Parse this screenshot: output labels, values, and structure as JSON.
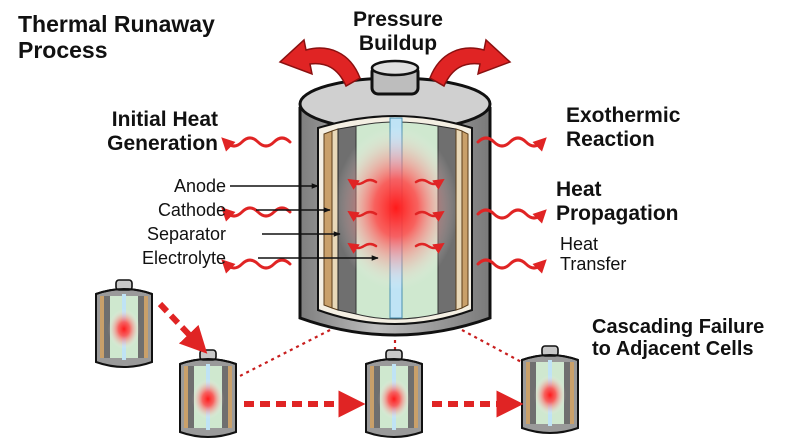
{
  "title": [
    "Thermal Runaway",
    "Process"
  ],
  "pressure": [
    "Pressure",
    "Buildup"
  ],
  "initial_heat": [
    "Initial Heat",
    "Generation"
  ],
  "exothermic": [
    "Exothermic",
    "Reaction"
  ],
  "heat_propagation": [
    "Heat",
    "Propagation"
  ],
  "heat_transfer": [
    "Heat",
    "Transfer"
  ],
  "components": [
    "Anode",
    "Cathode",
    "Separator",
    "Electrolyte"
  ],
  "cascade": [
    "Cascading Failure",
    "to Adjacent Cells"
  ],
  "colors": {
    "arrow_red": "#e02424",
    "heat_core": "#ff2a2a",
    "electrolyte": "#cfe8cf",
    "anode": "#6f6f6f",
    "cathode": "#c9a06a",
    "separator": "#e8d8b8",
    "casing": "#9a9a9a",
    "outline": "#111111"
  }
}
